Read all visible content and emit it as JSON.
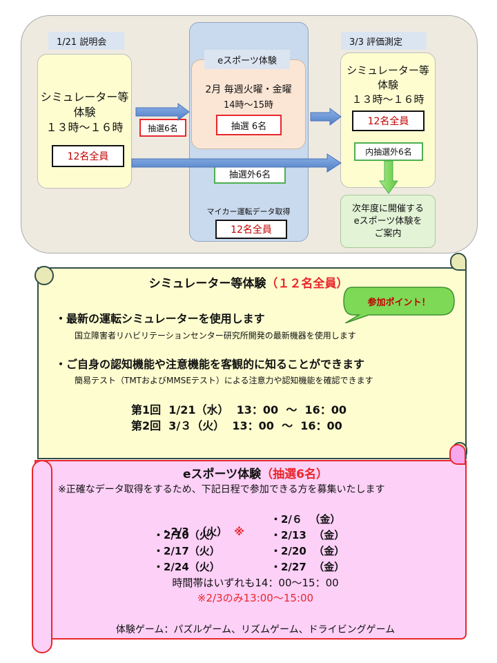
{
  "flow": {
    "col1": {
      "date_label": "1/21 説明会",
      "box_lines": [
        "シミュレーター等",
        "体験",
        "１３時～１６時"
      ],
      "badge": "12名全員"
    },
    "lottery_badge": "抽選6名",
    "col2": {
      "title": "eスポーツ体験",
      "line1": "2月  毎週火曜・金曜",
      "line2": "14時～15時",
      "badge": "抽選 6名",
      "excluded_badge": "抽選外6名",
      "car_data_label": "マイカー運転データ取得",
      "car_data_badge": "12名全員"
    },
    "col3": {
      "date_label": "3/3 評価測定",
      "box_lines": [
        "シミュレーター等",
        "体験",
        "１３時～１６時"
      ],
      "badge": "12名全員",
      "excluded_badge": "内抽選外6名"
    },
    "next_year_lines": [
      "次年度に開催する",
      "eスポーツ体験を",
      "ご案内"
    ]
  },
  "scroll1": {
    "title_main": "シミュレーター等体験",
    "title_accent": "（１２名全員）",
    "callout": "参加ポイント！",
    "point1_title": "・最新の運転シミュレーターを使用します",
    "point1_desc": "国立障害者リハビリテーションセンター研究所開発の最新機器を使用します",
    "point2_title": "・ご自身の認知機能や注意機能を客観的に知ることができます",
    "point2_desc": "簡易テスト（TMTおよびMMSEテスト）による注意力や認知機能を確認できます",
    "session1": "第1回  1/21（水）  13：00  ～  16：00",
    "session2": "第2回  3/３（火）  13：00  ～  16：00"
  },
  "scroll2": {
    "title_main": "eスポーツ体験",
    "title_accent": "（抽選6名）",
    "intro": "※正確なデータ取得をするため、下記日程で参加できる方を募集いたします",
    "dates_left": [
      "・2/3  （火）",
      "・2/10（火）",
      "・2/17（火）",
      "・2/24（火）"
    ],
    "first_date_mark": "※",
    "dates_right": [
      "・2/６  （金）",
      "・2/13  （金）",
      "・2/20  （金）",
      "・2/27  （金）"
    ],
    "time_note": "時間帯はいずれも14：00～15：00",
    "exception_note": "※2/3のみ13:00～15:00",
    "games": "体験ゲーム：パズルゲーム、リズムゲーム、ドライビングゲーム"
  },
  "colors": {
    "accent_red": "#e8262b",
    "badge_red_text": "#c00000",
    "arrow_blue": "#5b8ad0",
    "arrow_green": "#7ed957"
  }
}
